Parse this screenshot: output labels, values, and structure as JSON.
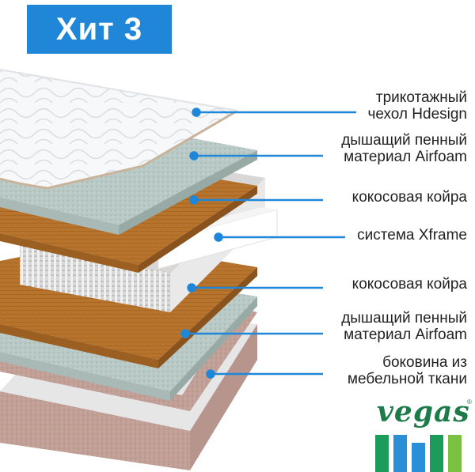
{
  "title": "Хит 3",
  "labels": [
    {
      "lines": [
        "трикотажный",
        "чехол Hdesign"
      ]
    },
    {
      "lines": [
        "дышащий пенный",
        "материал Airfoam"
      ]
    },
    {
      "lines": [
        "кокосовая койра"
      ]
    },
    {
      "lines": [
        "система Xframe"
      ]
    },
    {
      "lines": [
        "кокосовая койра"
      ]
    },
    {
      "lines": [
        "дышащий пенный",
        "материал Airfoam"
      ]
    },
    {
      "lines": [
        "боковина из",
        "мебельной ткани"
      ]
    }
  ],
  "brand": {
    "name": "vegas",
    "mark": "®"
  },
  "colors": {
    "accent": "#1f86d8",
    "leader": "#1f86d8",
    "coir": "#b8742c",
    "foam": "#b9c9c6",
    "cover": "#f4f6f8",
    "spring": "#eeeeee",
    "fabric": "#c4a39a",
    "brand_green": "#1d7a49",
    "brand_bars": [
      "#1d9b5a",
      "#2a8fd6",
      "#2a8fd6",
      "#1d9b5a",
      "#7cc242"
    ]
  }
}
